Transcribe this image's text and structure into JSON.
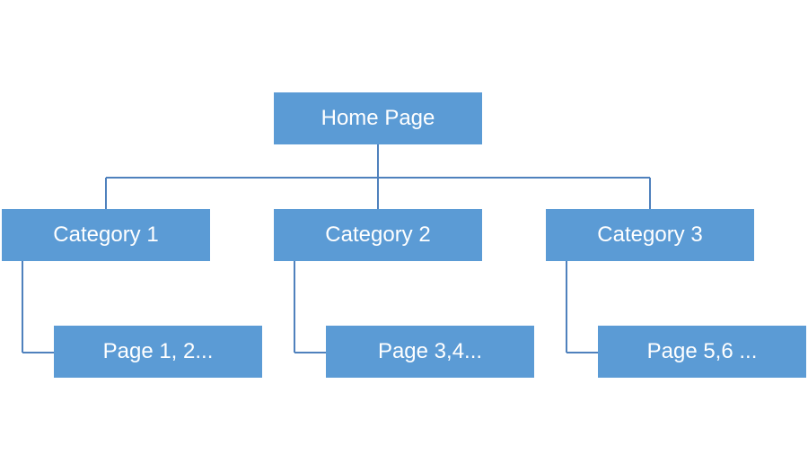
{
  "diagram": {
    "root": {
      "label": "Home Page"
    },
    "categories": [
      {
        "label": "Category 1",
        "child": {
          "label": "Page 1, 2..."
        }
      },
      {
        "label": "Category 2",
        "child": {
          "label": "Page 3,4..."
        }
      },
      {
        "label": "Category 3",
        "child": {
          "label": "Page 5,6 ..."
        }
      }
    ]
  },
  "colors": {
    "node_fill": "#5b9bd5",
    "connector": "#4f81bd",
    "text": "#ffffff"
  }
}
